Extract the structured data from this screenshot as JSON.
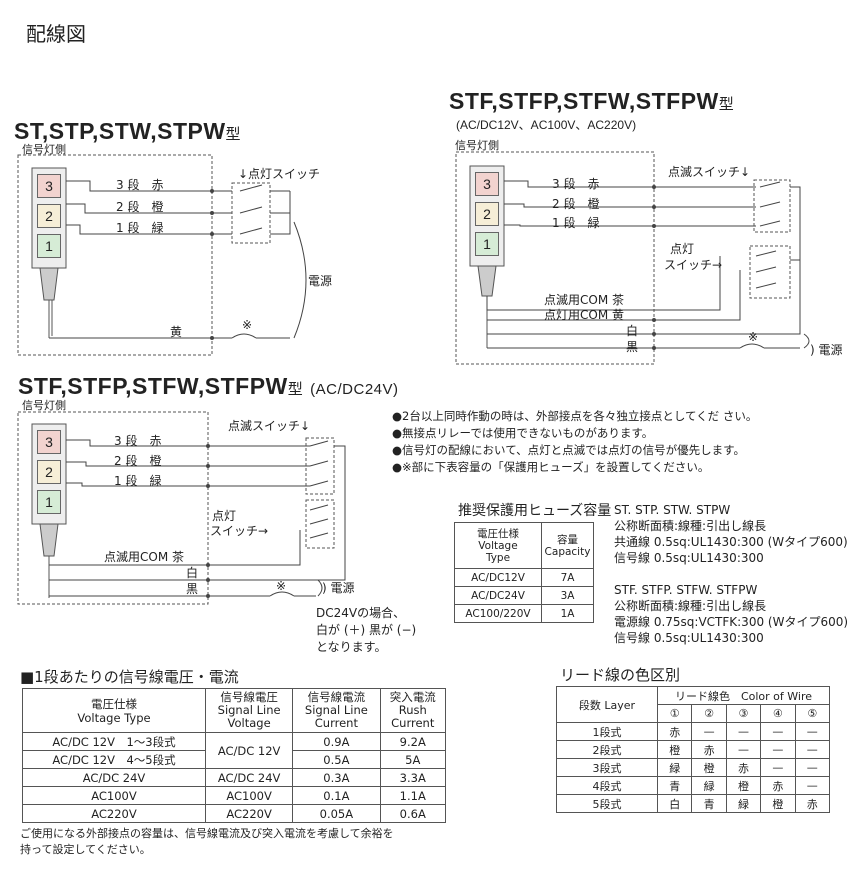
{
  "page_title": "配線図",
  "d1": {
    "title": "ST,STP,STW,STPW",
    "title_suffix": "型",
    "side_label": "信号灯側",
    "switch_label": "↓点灯スイッチ",
    "power_label": "電源",
    "fuse_mark": "※",
    "lamps": [
      "3",
      "2",
      "1"
    ],
    "wires": [
      "3 段　赤",
      "2 段　橙",
      "1 段　緑"
    ],
    "common": "黄"
  },
  "d2": {
    "title": "STF,STFP,STFW,STFPW",
    "title_suffix": "型",
    "subtitle": "(AC/DC12V、AC100V、AC220V)",
    "side_label": "信号灯側",
    "blink_switch": "点滅スイッチ↓",
    "on_switch_1": "点灯",
    "on_switch_2": "スイッチ→",
    "lamps": [
      "3",
      "2",
      "1"
    ],
    "wires": [
      "3 段　赤",
      "2 段　橙",
      "1 段　緑"
    ],
    "com_blink": "点滅用COM 茶",
    "com_on": "点灯用COM 黄",
    "white": "白",
    "black": "黒",
    "fuse_mark": "※",
    "power_label": ") 電源"
  },
  "d3": {
    "title": "STF,STFP,STFW,STFPW",
    "title_suffix": "型",
    "title_note": "(AC/DC24V)",
    "side_label": "信号灯側",
    "blink_switch": "点滅スイッチ↓",
    "on_switch_1": "点灯",
    "on_switch_2": "スイッチ→",
    "lamps": [
      "3",
      "2",
      "1"
    ],
    "wires": [
      "3 段　赤",
      "2 段　橙",
      "1 段　緑"
    ],
    "com_blink": "点滅用COM 茶",
    "white": "白",
    "black": "黒",
    "fuse_mark": "※",
    "power_label": ") 電源",
    "note": [
      "DC24Vの場合、",
      "白が (＋) 黒が (−)",
      "となります。"
    ]
  },
  "notes": [
    "●2台以上同時作動の時は、外部接点を各々独立接点としてくだ さい。",
    "●無接点リレーでは使用できないものがあります。",
    "●信号灯の配線において、点灯と点滅では点灯の信号が優先します。",
    "●※部に下表容量の「保護用ヒューズ」を設置してください。"
  ],
  "fuse_table": {
    "title": "推奨保護用ヒューズ容量",
    "headers": [
      "電圧仕様\nVoltage\nType",
      "容量\nCapacity"
    ],
    "rows": [
      [
        "AC/DC12V",
        "7A"
      ],
      [
        "AC/DC24V",
        "3A"
      ],
      [
        "AC100/220V",
        "1A"
      ]
    ]
  },
  "spec1": {
    "lines": [
      "ST. STP. STW. STPW",
      "公称断面積:線種:引出し線長",
      "共通線 0.5sq:UL1430:300 (Wタイプ600)",
      "信号線 0.5sq:UL1430:300"
    ]
  },
  "spec2": {
    "lines": [
      "STF. STFP. STFW. STFPW",
      "公称断面積:線種:引出し線長",
      "電源線 0.75sq:VCTFK:300 (Wタイプ600)",
      "信号線 0.5sq:UL1430:300"
    ]
  },
  "voltage_table": {
    "title": "■1段あたりの信号線電圧・電流",
    "headers": [
      "電圧仕様\nVoltage Type",
      "信号線電圧\nSignal Line\nVoltage",
      "信号線電流\nSignal Line\nCurrent",
      "突入電流\nRush\nCurrent"
    ],
    "rows": [
      [
        "AC/DC 12V　1〜3段式",
        "AC/DC 12V",
        "0.9A",
        "9.2A"
      ],
      [
        "AC/DC 12V　4〜5段式",
        "",
        "0.5A",
        "5A"
      ],
      [
        "AC/DC 24V",
        "AC/DC 24V",
        "0.3A",
        "3.3A"
      ],
      [
        "AC100V",
        "AC100V",
        "0.1A",
        "1.1A"
      ],
      [
        "AC220V",
        "AC220V",
        "0.05A",
        "0.6A"
      ]
    ],
    "footnote": [
      "ご使用になる外部接点の容量は、信号線電流及び突入電流を考慮して余裕を",
      "持って設定してください。"
    ]
  },
  "lead_table": {
    "title": "リード線の色区別",
    "header_layer": "段数 Layer",
    "header_color": "リード線色　Color of Wire",
    "cols": [
      "①",
      "②",
      "③",
      "④",
      "⑤"
    ],
    "rows": [
      [
        "1段式",
        "赤",
        "—",
        "—",
        "—",
        "—"
      ],
      [
        "2段式",
        "橙",
        "赤",
        "—",
        "—",
        "—"
      ],
      [
        "3段式",
        "緑",
        "橙",
        "赤",
        "—",
        "—"
      ],
      [
        "4段式",
        "青",
        "緑",
        "橙",
        "赤",
        "—"
      ],
      [
        "5段式",
        "白",
        "青",
        "緑",
        "橙",
        "赤"
      ]
    ]
  }
}
